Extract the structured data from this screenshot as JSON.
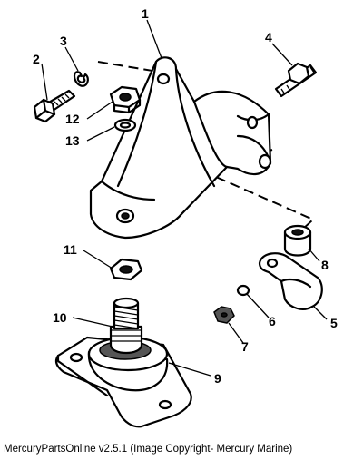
{
  "caption": "MercuryPartsOnline v2.5.1 (Image Copyright- Mercury Marine)",
  "callouts": [
    {
      "number": "1"
    },
    {
      "number": "2"
    },
    {
      "number": "3"
    },
    {
      "number": "4"
    },
    {
      "number": "5"
    },
    {
      "number": "6"
    },
    {
      "number": "7"
    },
    {
      "number": "8"
    },
    {
      "number": "9"
    },
    {
      "number": "10"
    },
    {
      "number": "11"
    },
    {
      "number": "12"
    },
    {
      "number": "13"
    }
  ]
}
